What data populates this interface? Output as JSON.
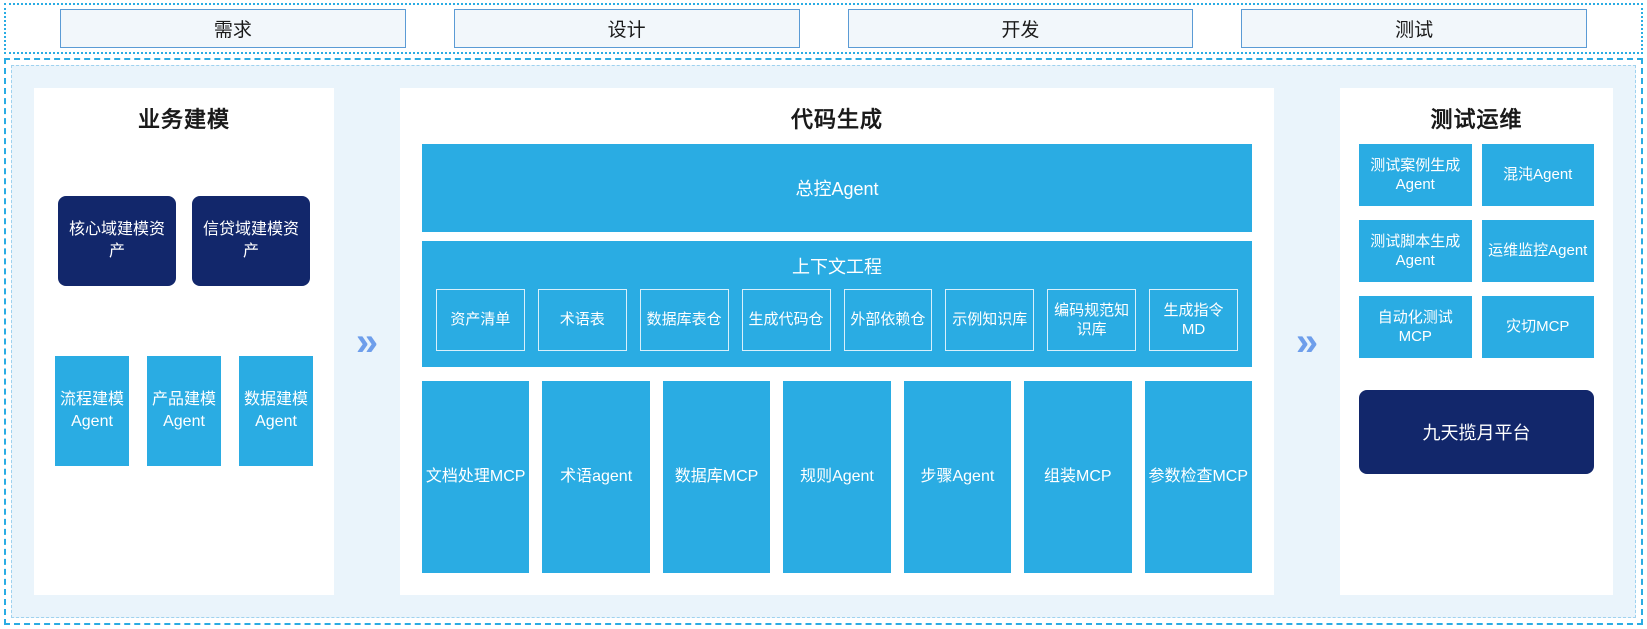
{
  "phases": [
    {
      "label": "需求"
    },
    {
      "label": "设计"
    },
    {
      "label": "开发"
    },
    {
      "label": "测试"
    }
  ],
  "arrows": {
    "glyph": "»",
    "color": "#6e9eeb"
  },
  "colors": {
    "accent_blue": "#2aace3",
    "dark_navy": "#12276b",
    "panel_bg": "#ffffff",
    "canvas_bg": "#eaf4fb",
    "phase_box_bg": "#f2f7fb",
    "phase_box_border": "#5b9bd5"
  },
  "left_panel": {
    "title": "业务建模",
    "assets": [
      {
        "label": "核心域建模资产"
      },
      {
        "label": "信贷域建模资产"
      }
    ],
    "agents": [
      {
        "label": "流程建模Agent"
      },
      {
        "label": "产品建模Agent"
      },
      {
        "label": "数据建模Agent"
      }
    ]
  },
  "center_panel": {
    "title": "代码生成",
    "master_agent": "总控Agent",
    "context": {
      "title": "上下文工程",
      "items": [
        {
          "label": "资产清单"
        },
        {
          "label": "术语表"
        },
        {
          "label": "数据库表仓"
        },
        {
          "label": "生成代码仓"
        },
        {
          "label": "外部依赖仓"
        },
        {
          "label": "示例知识库"
        },
        {
          "label": "编码规范知识库"
        },
        {
          "label": "生成指令MD"
        }
      ]
    },
    "tools": [
      {
        "label": "文档处理MCP"
      },
      {
        "label": "术语agent"
      },
      {
        "label": "数据库MCP"
      },
      {
        "label": "规则Agent"
      },
      {
        "label": "步骤Agent"
      },
      {
        "label": "组装MCP"
      },
      {
        "label": "参数检查MCP"
      }
    ]
  },
  "right_panel": {
    "title": "测试运维",
    "items": [
      {
        "label": "测试案例生成Agent"
      },
      {
        "label": "混沌Agent"
      },
      {
        "label": "测试脚本生成Agent"
      },
      {
        "label": "运维监控Agent"
      },
      {
        "label": "自动化测试MCP"
      },
      {
        "label": "灾切MCP"
      }
    ],
    "platform": "九天揽月平台"
  }
}
